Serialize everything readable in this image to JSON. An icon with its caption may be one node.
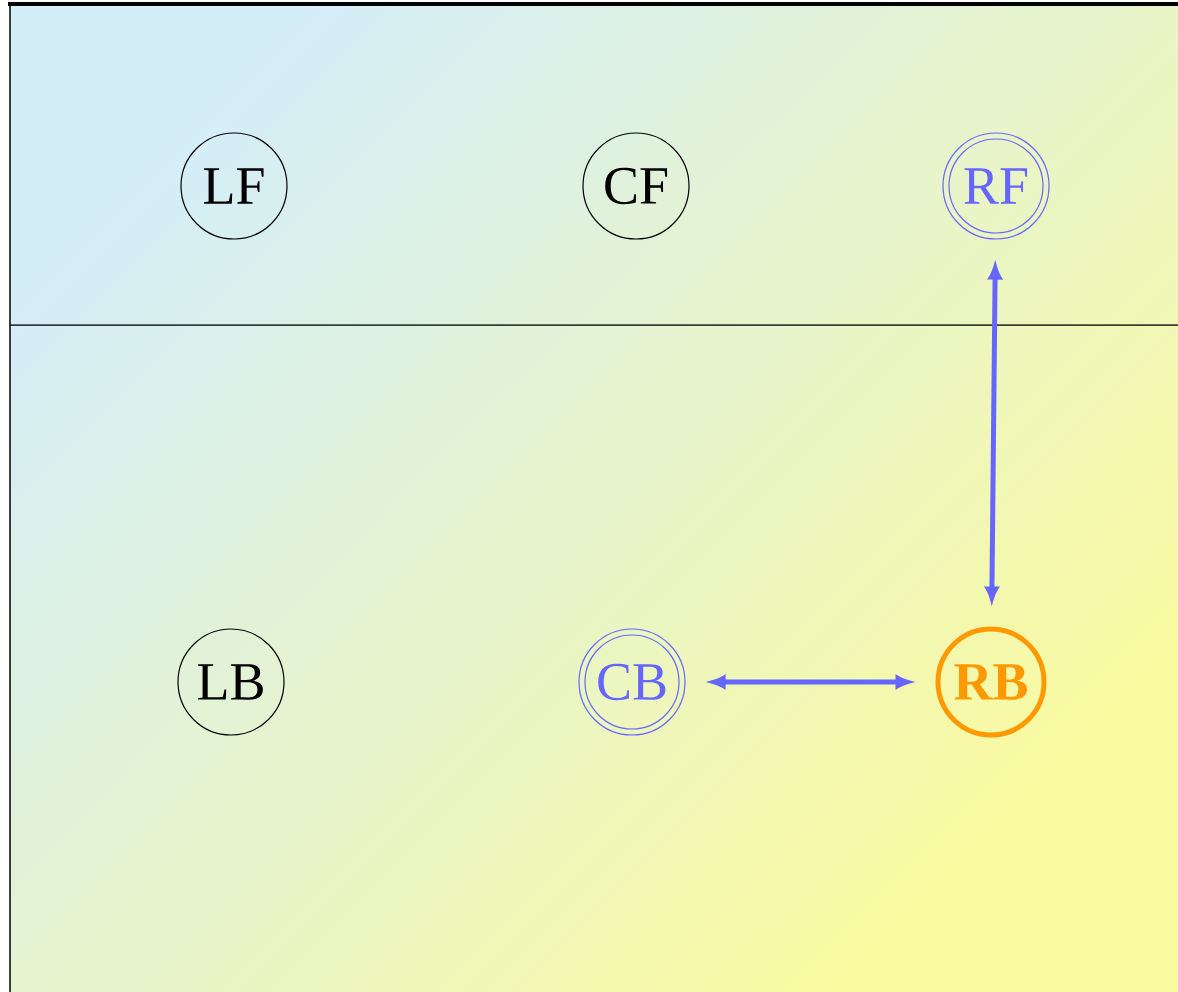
{
  "diagram": {
    "nodes": [
      {
        "text": [
          "LF"
        ]
      },
      {
        "text": [
          "CF"
        ]
      },
      {
        "text": [
          "RF"
        ]
      },
      {
        "text": [
          "LB"
        ]
      },
      {
        "text": [
          "CB"
        ]
      },
      {
        "text": [
          "RB"
        ]
      }
    ],
    "edges": [
      {
        "from": 2,
        "to": 5,
        "arrow": "both"
      },
      {
        "from": 4,
        "to": 5,
        "arrow": "both"
      }
    ]
  }
}
